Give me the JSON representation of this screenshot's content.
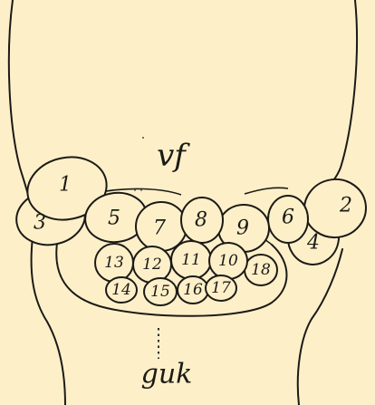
{
  "labels": {
    "top": "vf",
    "bottom": "guk"
  },
  "cells": [
    {
      "id": "1",
      "text": "1"
    },
    {
      "id": "2",
      "text": "2"
    },
    {
      "id": "3",
      "text": "3"
    },
    {
      "id": "4",
      "text": "4"
    },
    {
      "id": "5",
      "text": "5"
    },
    {
      "id": "6",
      "text": "6"
    },
    {
      "id": "7",
      "text": "7"
    },
    {
      "id": "8",
      "text": "8"
    },
    {
      "id": "9",
      "text": "9"
    },
    {
      "id": "10",
      "text": "10"
    },
    {
      "id": "11",
      "text": "11"
    },
    {
      "id": "12",
      "text": "12"
    },
    {
      "id": "13",
      "text": "13"
    },
    {
      "id": "14",
      "text": "14"
    },
    {
      "id": "15",
      "text": "15"
    },
    {
      "id": "16",
      "text": "16"
    },
    {
      "id": "17",
      "text": "17"
    },
    {
      "id": "18",
      "text": "18"
    }
  ],
  "colors": {
    "paper": "#fdf0c9",
    "ink": "#1c1a16"
  }
}
